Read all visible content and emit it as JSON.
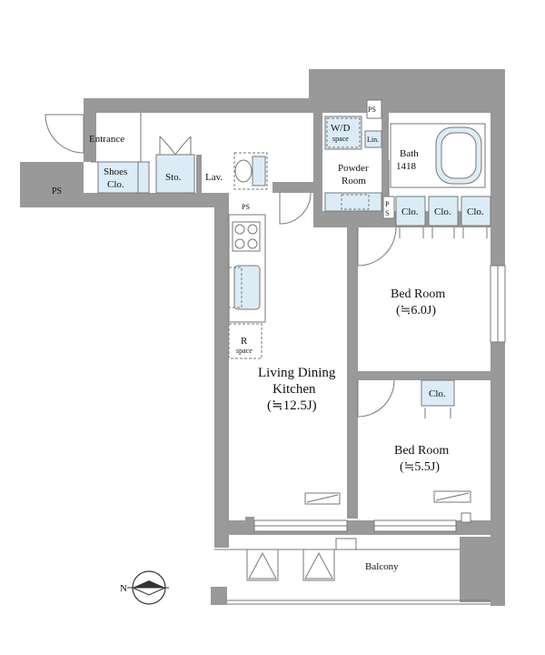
{
  "rooms": {
    "entrance": "Entrance",
    "shoes_clo_1": "Shoes",
    "shoes_clo_2": "Clo.",
    "sto": "Sto.",
    "lav": "Lav.",
    "ps_left": "PS",
    "ps_lav": "PS",
    "ps_top": "PS",
    "ps_small_1": "P",
    "ps_small_2": "S",
    "wd_1": "W/D",
    "wd_2": "space",
    "lin": "Lin.",
    "powder_1": "Powder",
    "powder_2": "Room",
    "bath_1": "Bath",
    "bath_2": "1418",
    "clo_a": "Clo.",
    "clo_b": "Clo.",
    "clo_c": "Clo.",
    "clo_d": "Clo.",
    "bed1_1": "Bed Room",
    "bed1_2": "(≒6.0J)",
    "bed2_1": "Bed Room",
    "bed2_2": "(≒5.5J)",
    "ldk_1": "Living Dining",
    "ldk_2": "Kitchen",
    "ldk_3": "(≒12.5J)",
    "r_space_1": "R",
    "r_space_2": "space",
    "balcony": "Balcony"
  },
  "compass": {
    "letter": "N"
  }
}
